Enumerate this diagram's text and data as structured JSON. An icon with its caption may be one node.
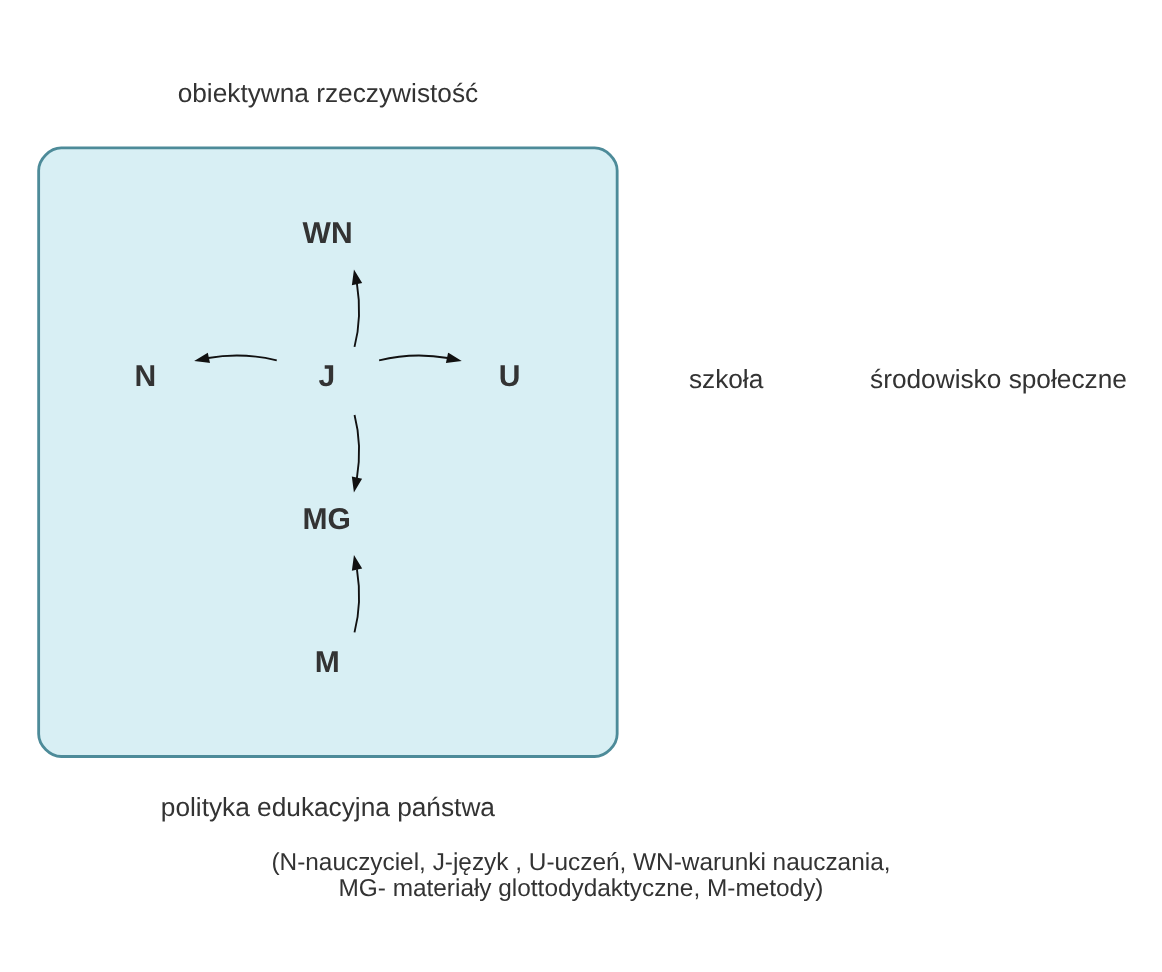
{
  "diagram": {
    "caption": "(N-nauczyciel, J-język , U-uczeń, WN-warunki nauczania, MG- materiały glottodydaktyczne, M-metody)",
    "nodes": [
      {
        "text": [],
        "shape": "box"
      },
      {
        "text": [
          "WN"
        ],
        "in": 0
      },
      {
        "text": [
          "N"
        ],
        "in": 0
      },
      {
        "text": [
          "J"
        ],
        "in": 0
      },
      {
        "text": [
          "U"
        ],
        "in": 0
      },
      {
        "text": [
          "MG"
        ],
        "in": 0
      },
      {
        "text": [
          "M"
        ],
        "in": 0
      }
    ],
    "edges": [
      {
        "from": 3,
        "to": 1,
        "arrow": "to"
      },
      {
        "from": 3,
        "to": 2,
        "arrow": "to"
      },
      {
        "from": 3,
        "to": 4,
        "arrow": "to"
      },
      {
        "from": 3,
        "to": 5,
        "arrow": "to"
      },
      {
        "from": 6,
        "to": 5,
        "arrow": "to"
      }
    ],
    "labels": [
      "obiektywna rzeczywistość",
      "szkoła",
      "środowisko społeczne",
      "polityka edukacyjna państwa"
    ]
  }
}
